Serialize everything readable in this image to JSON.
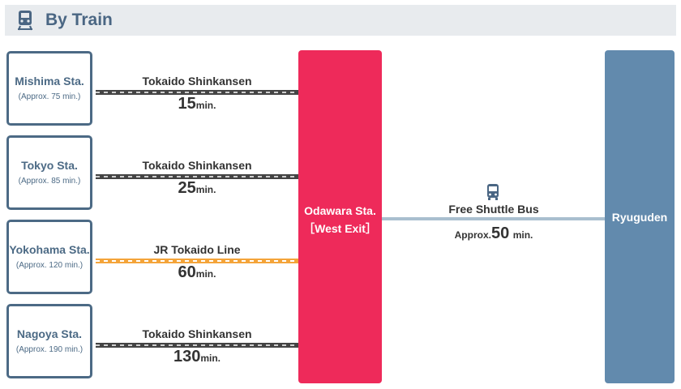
{
  "header": {
    "title": "By Train",
    "icon": "train-icon"
  },
  "routes": [
    {
      "station": "Mishima Sta.",
      "approx": "(Approx. 75 min.)",
      "line": "Tokaido Shinkansen",
      "minutes": "15",
      "unit": "min.",
      "track_style": "dark"
    },
    {
      "station": "Tokyo Sta.",
      "approx": "(Approx. 85 min.)",
      "line": "Tokaido Shinkansen",
      "minutes": "25",
      "unit": "min.",
      "track_style": "dark"
    },
    {
      "station": "Yokohama Sta.",
      "approx": "(Approx. 120 min.)",
      "line": "JR Tokaido Line",
      "minutes": "60",
      "unit": "min.",
      "track_style": "orange"
    },
    {
      "station": "Nagoya Sta.",
      "approx": "(Approx. 190 min.)",
      "line": "Tokaido Shinkansen",
      "minutes": "130",
      "unit": "min.",
      "track_style": "dark"
    }
  ],
  "hub": {
    "name": "Odawara Sta.",
    "exit": "［West Exit］",
    "color": "#ee2a5a"
  },
  "shuttle": {
    "label": "Free Shuttle Bus",
    "prefix": "Approx.",
    "minutes": "50",
    "unit": "min.",
    "icon": "bus-icon"
  },
  "destination": {
    "name": "Ryuguden",
    "color": "#628aad"
  },
  "colors": {
    "station_border": "#4c6a85",
    "shinkansen_track": "#444444",
    "jr_track": "#f4a43a",
    "bus_line": "#a9bfcf"
  }
}
